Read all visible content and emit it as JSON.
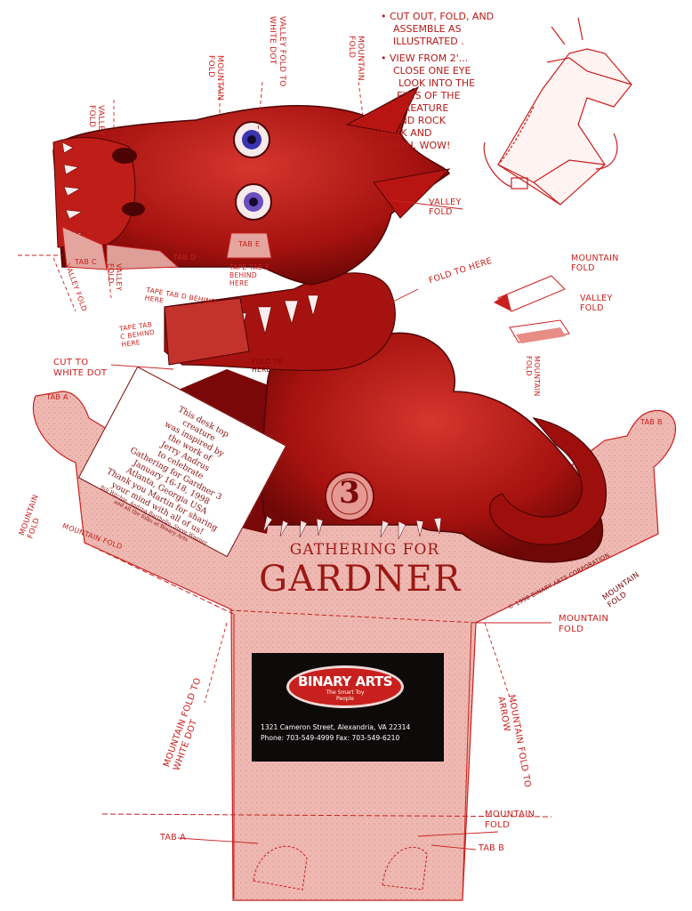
{
  "instructions": {
    "line1": "• CUT OUT, FOLD, AND",
    "line2": "ASSEMBLE AS",
    "line3": "ILLUSTRATED .",
    "line4": "• VIEW FROM 2'...",
    "line5": "CLOSE ONE EYE",
    "line6": "LOOK INTO THE",
    "line7": "EYES OF THE",
    "line8": "CREATURE",
    "line9": "AND ROCK",
    "line10": "BACK AND",
    "line11": "FORTH. WOW!"
  },
  "labels": {
    "valley_fold_top": "VALLEY FOLD",
    "mountain_fold_top": "MOUNTAIN FOLD",
    "valley_fold_white_dot": "VALLEY FOLD TO WHITE DOT",
    "mountain_fold_top2": "MOUNTAIN FOLD",
    "valley_fold_right": "VALLEY FOLD",
    "tab_c": "TAB C",
    "tab_d": "TAB D",
    "tab_e": "TAB E",
    "valley_fold_left": "VALLEY FOLD",
    "valley_fold_left2": "VALLEY FOLD",
    "tape_tab_e": "TAPE TAB E BEHIND HERE",
    "tape_tab_d": "TAPE TAB D BEHIND HERE",
    "tape_tab_c": "TAPE TAB C BEHIND HERE",
    "fold_to_here": "FOLD TO HERE",
    "cut_to_white_dot": "CUT TO WHITE DOT",
    "fold_to_here_small": "FOLD TO HERE",
    "legend_mountain": "MOUNTAIN FOLD",
    "legend_valley": "VALLEY FOLD",
    "mountain_fold_right_rot": "MOUNTAIN FOLD",
    "tab_a_top": "TAB A",
    "tab_b_top": "TAB B",
    "mountain_fold_left_side": "MOUNTAIN FOLD",
    "mountain_fold_left_inner": "MOUNTAIN FOLD",
    "mountain_fold_right_inner": "MOUNTAIN FOLD",
    "mountain_fold_right_side": "MOUNTAIN FOLD",
    "copyright": "© 1998 BINARY ARTS CORPORATION.",
    "mountain_fold_white_dot": "MOUNTAIN FOLD TO WHITE DOT",
    "mountain_fold_arrow": "MOUNTAIN FOLD TO ARROW",
    "mountain_fold_bottom": "MOUNTAIN FOLD",
    "tab_a_bottom": "TAB A",
    "tab_b_bottom": "TAB B"
  },
  "dedication": {
    "l1": "This desk top",
    "l2": "creature",
    "l3": "was inspired by",
    "l4": "the work of",
    "l5": "Jerry Andrus",
    "l6": "to celebrate",
    "l7": "Gathering for Gardner 3",
    "l8": "January 16-18, 1998",
    "l9": "Atlanta, Georgia USA",
    "l10": "Thank you Martin for sharing",
    "l11": "your mind with all of us!",
    "l12": "Bill Ritchie, Andrea Barthello, Steve Wagner",
    "l13": "and all the folks at Binary Arts"
  },
  "medallion": "3",
  "event": {
    "line1": "GATHERING FOR",
    "line2": "GARDNER"
  },
  "sponsor": {
    "logo": "BINARY ARTS",
    "tagline_1": "The Smart Toy",
    "tagline_2": "People",
    "address": "1321 Cameron Street, Alexandria, VA 22314",
    "phone": "Phone: 703-549-4999   Fax: 703-549-6210"
  },
  "colors": {
    "ink": "#c8201e",
    "creature": "#b81512",
    "paper_tint": "#ecb2ab",
    "logo_bg": "#0d0a0a"
  }
}
